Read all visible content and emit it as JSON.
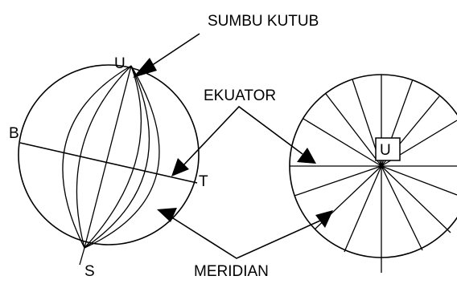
{
  "labels": {
    "polar_axis": "SUMBU KUTUB",
    "equator": "EKUATOR",
    "meridian": "MERIDIAN",
    "north": "U",
    "south": "S",
    "west": "B",
    "east": "T",
    "north_top_view": "U"
  },
  "colors": {
    "line": "#000000",
    "background": "#ffffff"
  }
}
